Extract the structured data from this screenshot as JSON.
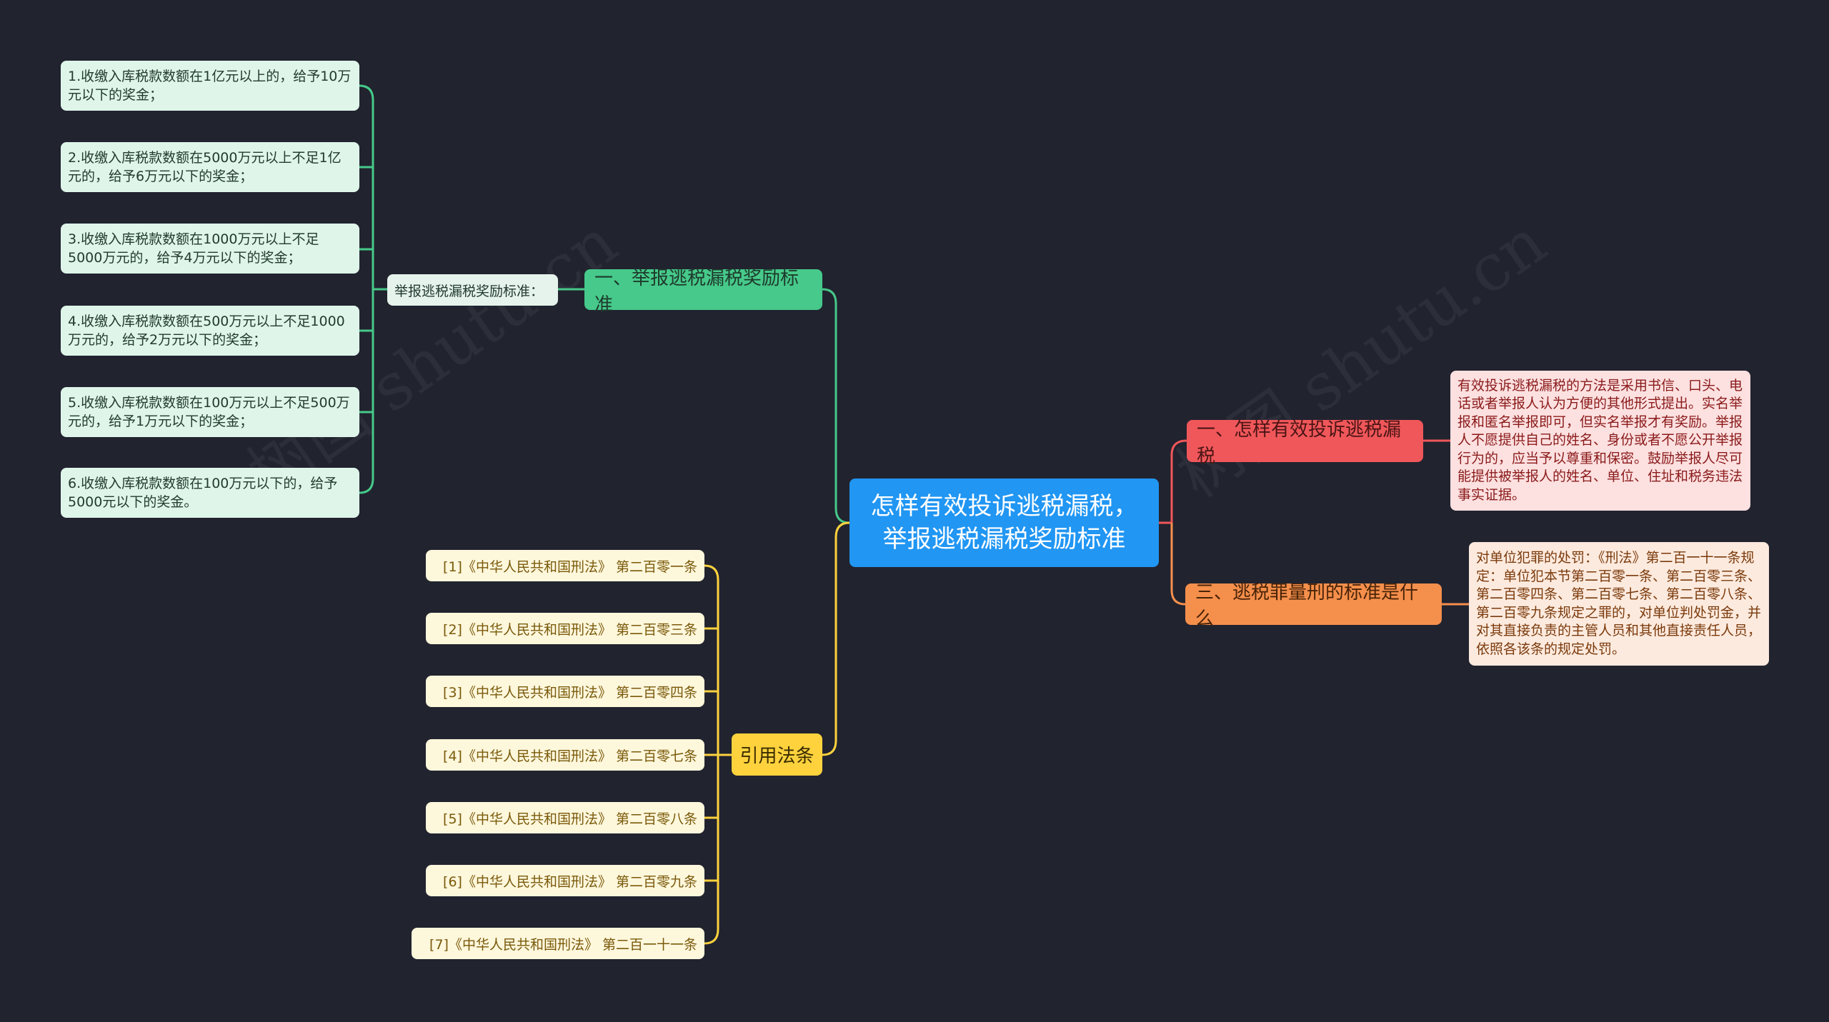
{
  "center": {
    "title": "怎样有效投诉逃税漏税，举报逃税漏税奖励标准"
  },
  "branch_reward": {
    "title": "一、举报逃税漏税奖励标准",
    "label": "举报逃税漏税奖励标准：",
    "items": [
      "1.收缴入库税款数额在1亿元以上的，给予10万元以下的奖金；",
      "2.收缴入库税款数额在5000万元以上不足1亿元的，给予6万元以下的奖金；",
      "3.收缴入库税款数额在1000万元以上不足5000万元的，给予4万元以下的奖金；",
      "4.收缴入库税款数额在500万元以上不足1000万元的，给予2万元以下的奖金；",
      "5.收缴入库税款数额在100万元以上不足500万元的，给予1万元以下的奖金；",
      "6.收缴入库税款数额在100万元以下的，给予5000元以下的奖金。"
    ]
  },
  "branch_complain": {
    "title": "一、怎样有效投诉逃税漏税",
    "detail": "有效投诉逃税漏税的方法是采用书信、口头、电话或者举报人认为方便的其他形式提出。实名举报和匿名举报即可，但实名举报才有奖励。举报人不愿提供自己的姓名、身份或者不愿公开举报行为的，应当予以尊重和保密。鼓励举报人尽可能提供被举报人的姓名、单位、住址和税务违法事实证据。"
  },
  "branch_penalty": {
    "title": "三、逃税罪量刑的标准是什么",
    "detail": "对单位犯罪的处罚：《刑法》第二百一十一条规定：单位犯本节第二百零一条、第二百零三条、第二百零四条、第二百零七条、第二百零八条、第二百零九条规定之罪的，对单位判处罚金，并对其直接负责的主管人员和其他直接责任人员，依照各该条的规定处罚。"
  },
  "branch_citations": {
    "title": "引用法条",
    "items": [
      "[1]《中华人民共和国刑法》 第二百零一条",
      "[2]《中华人民共和国刑法》 第二百零三条",
      "[3]《中华人民共和国刑法》 第二百零四条",
      "[4]《中华人民共和国刑法》 第二百零七条",
      "[5]《中华人民共和国刑法》 第二百零八条",
      "[6]《中华人民共和国刑法》 第二百零九条",
      "[7]《中华人民共和国刑法》 第二百一十一条"
    ]
  },
  "watermark": "树图 shutu.cn",
  "colors": {
    "background": "#21232f",
    "center": "#2196f3",
    "green": "#46c98a",
    "red": "#f0575a",
    "orange": "#f58f4c",
    "yellow": "#fdd23d"
  }
}
